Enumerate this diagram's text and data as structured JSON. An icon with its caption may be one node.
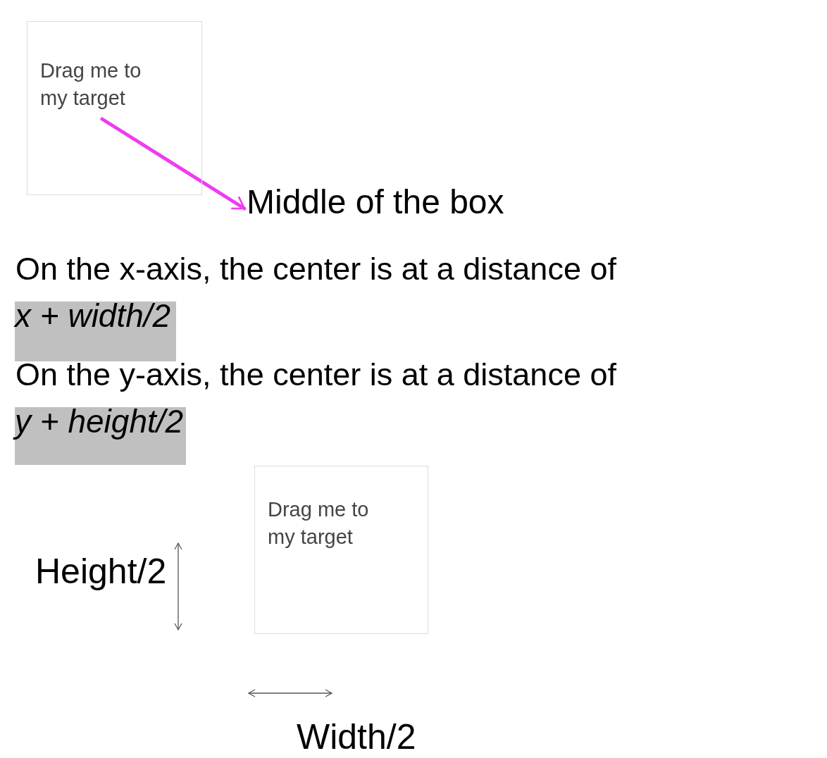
{
  "diagram": {
    "nodes": [
      {
        "text": [
          "Drag me to my target"
        ]
      },
      {
        "text": [
          "Middle of the box"
        ]
      },
      {
        "text": [
          "Drag me to my target"
        ]
      }
    ],
    "edges": [
      {
        "from": 0,
        "to": 1,
        "arrow": "to",
        "color": "#ee3cf0"
      }
    ],
    "labels": [
      "On the x-axis, the center is at a distance of",
      "x + width/2",
      "On the y-axis, the center is at a distance of",
      "y + height/2",
      "Height/2",
      "Width/2"
    ]
  }
}
